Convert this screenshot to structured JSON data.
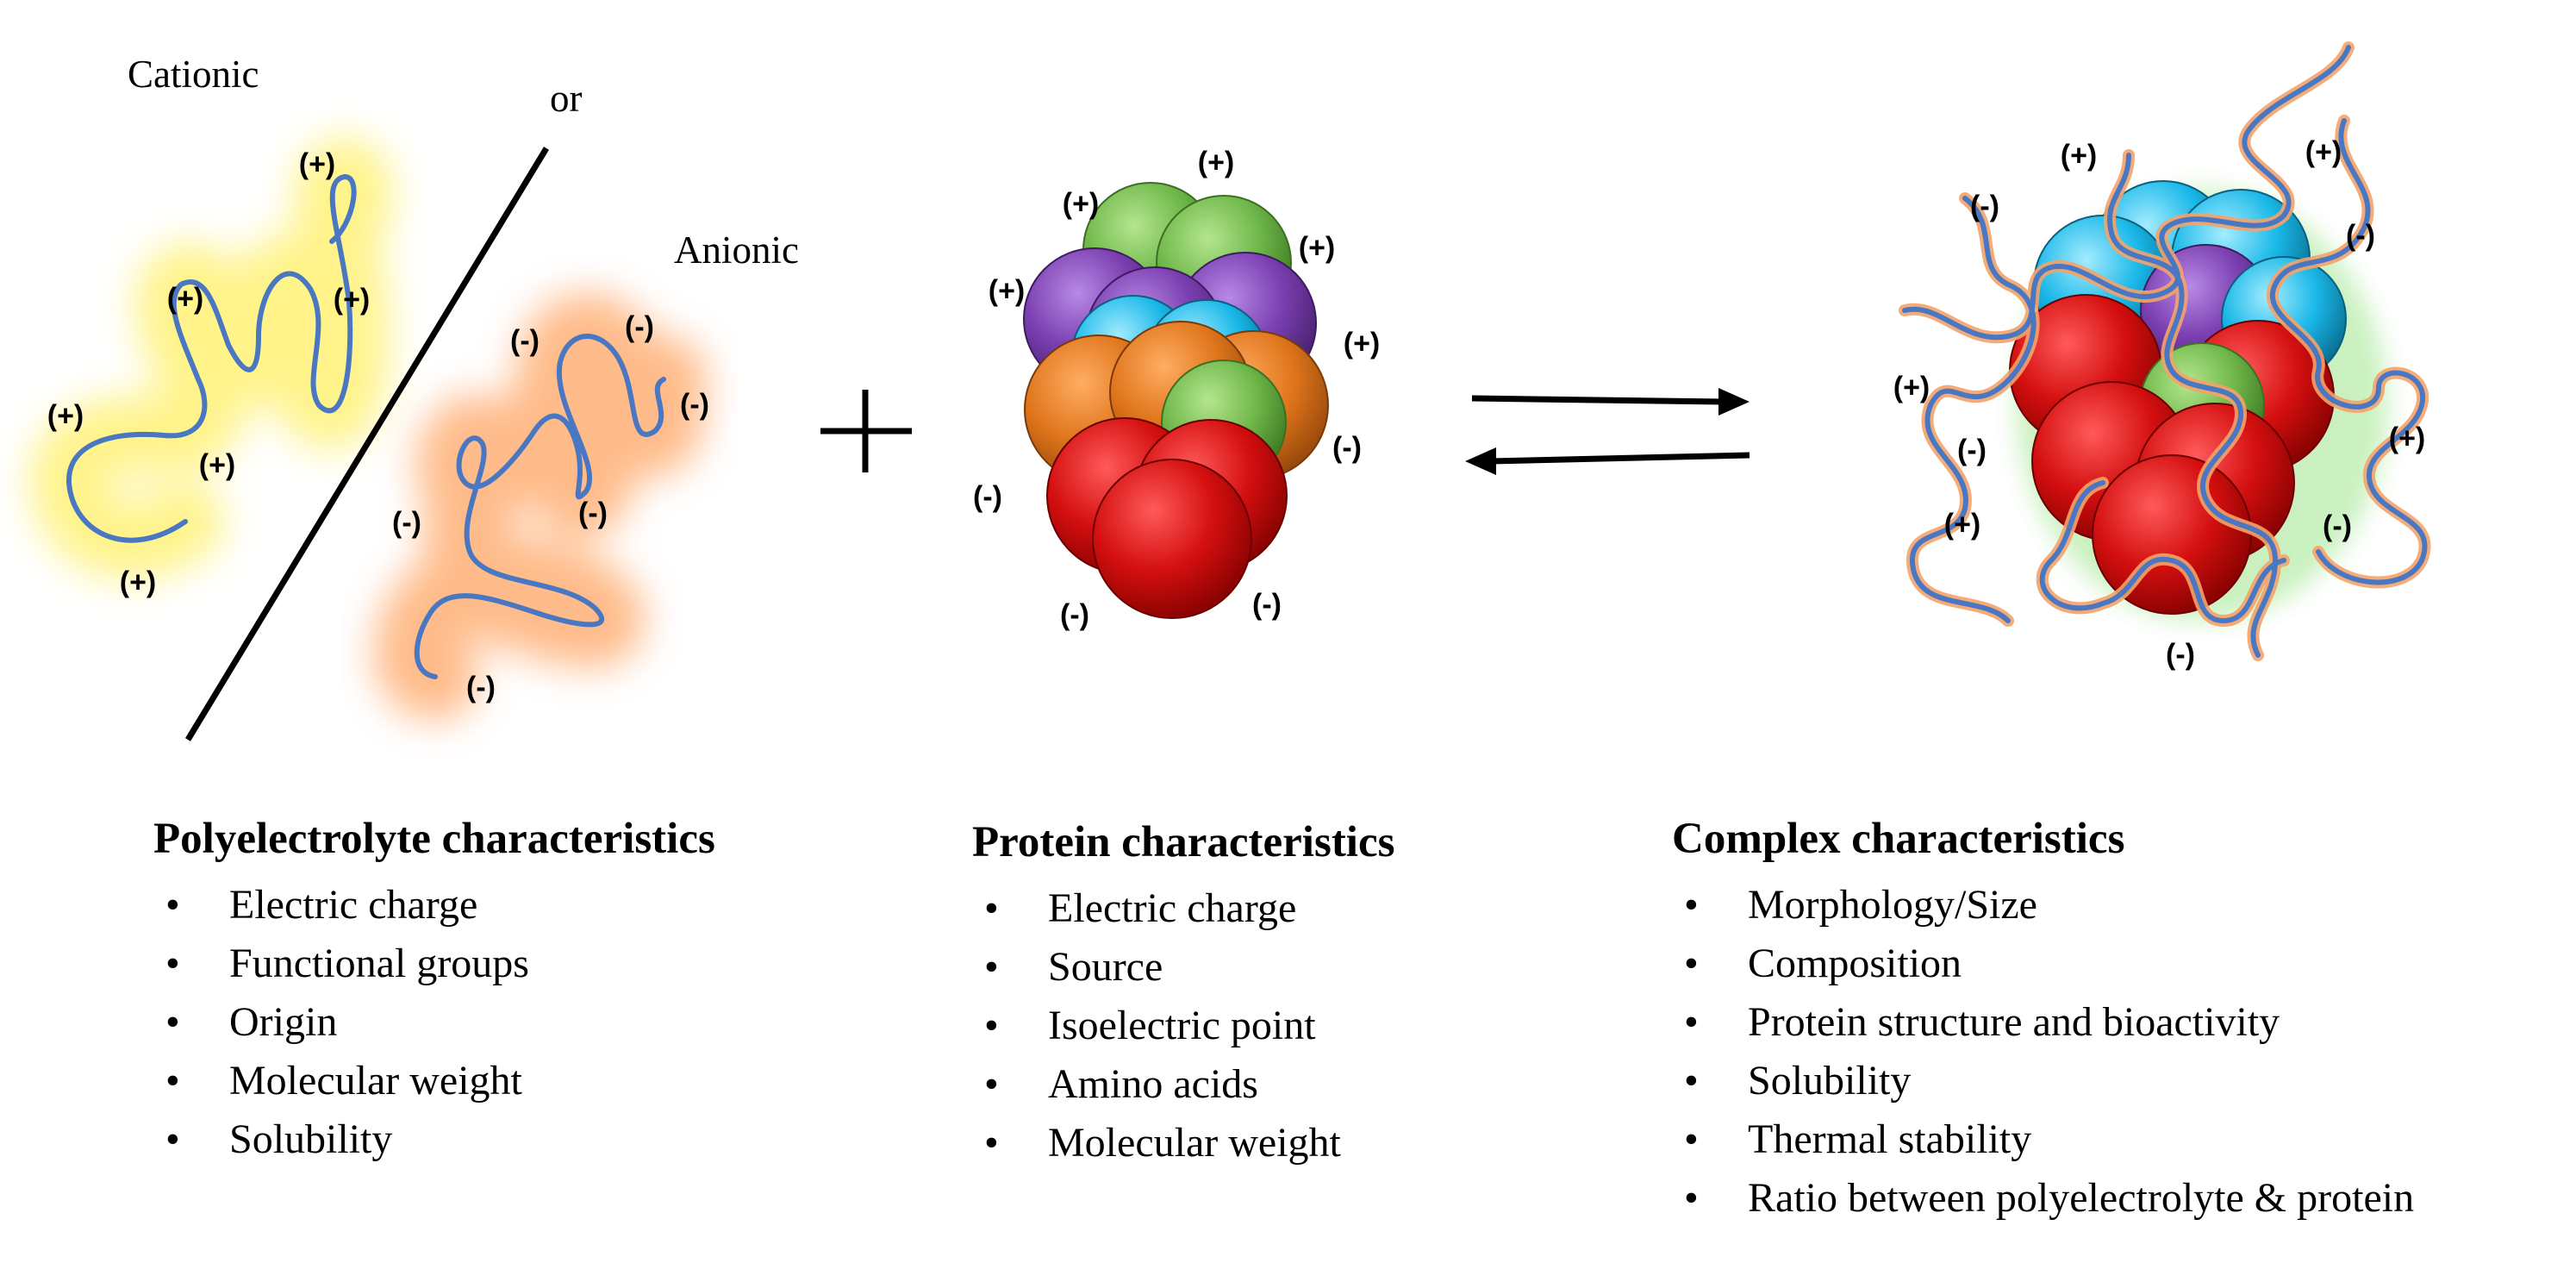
{
  "labels": {
    "cationic": "Cationic",
    "or": "or",
    "anionic": "Anionic"
  },
  "charges": {
    "positive": "(+)",
    "negative": "(-)"
  },
  "sections": [
    {
      "title": "Polyelectrolyte characteristics",
      "items": [
        "Electric charge",
        "Functional groups",
        "Origin",
        "Molecular weight",
        "Solubility"
      ]
    },
    {
      "title": "Protein characteristics",
      "items": [
        "Electric charge",
        "Source",
        "Isoelectric point",
        "Amino acids",
        "Molecular weight"
      ]
    },
    {
      "title": "Complex characteristics",
      "items": [
        "Morphology/Size",
        "Composition",
        "Protein structure and bioactivity",
        "Solubility",
        "Thermal stability",
        "Ratio between polyelectrolyte & protein"
      ]
    }
  ],
  "colors": {
    "chain": "#4a77c2",
    "cationic_glow": "#fff59a",
    "anionic_glow": "#ffc29a",
    "sphere_red": "#d91212",
    "sphere_green": "#6fb84a",
    "sphere_orange": "#e0761c",
    "sphere_purple": "#7a3fb0",
    "sphere_cyan": "#1ab8e8"
  }
}
